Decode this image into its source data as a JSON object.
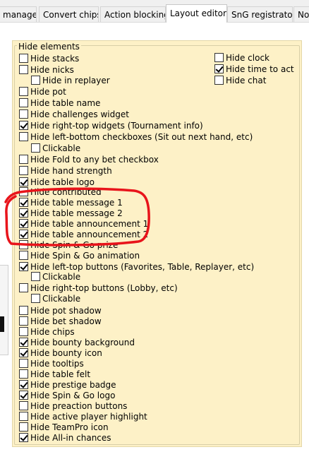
{
  "tabs": [
    {
      "label": "manager",
      "active": false
    },
    {
      "label": "Convert chips",
      "active": false
    },
    {
      "label": "Action blocking",
      "active": false
    },
    {
      "label": "Layout editor",
      "active": true
    },
    {
      "label": "SnG registrator",
      "active": false
    },
    {
      "label": "Not",
      "active": false
    }
  ],
  "group_title": "Hide elements",
  "options_left": [
    {
      "label": "Hide stacks",
      "checked": false
    },
    {
      "label": "Hide nicks",
      "checked": false
    },
    {
      "label": "Hide in replayer",
      "checked": false
    },
    {
      "label": "Hide pot",
      "checked": false
    },
    {
      "label": "Hide table name",
      "checked": false
    },
    {
      "label": "Hide challenges widget",
      "checked": false
    },
    {
      "label": "Hide right-top widgets (Tournament info)",
      "checked": true
    },
    {
      "label": "Hide left-bottom checkboxes (Sit out next hand, etc)",
      "checked": false
    },
    {
      "label": "Clickable",
      "checked": false
    },
    {
      "label": "Hide Fold to any bet checkbox",
      "checked": false
    },
    {
      "label": "Hide hand strength",
      "checked": false
    },
    {
      "label": "Hide table logo",
      "checked": true
    },
    {
      "label": "Hide contributed",
      "checked": false
    },
    {
      "label": "Hide table message 1",
      "checked": true
    },
    {
      "label": "Hide table message 2",
      "checked": true
    },
    {
      "label": "Hide table announcement 1",
      "checked": true
    },
    {
      "label": "Hide table announcement 2",
      "checked": true
    },
    {
      "label": "Hide Spin & Go prize",
      "checked": false
    },
    {
      "label": "Hide Spin & Go animation",
      "checked": false
    },
    {
      "label": "Hide left-top buttons (Favorites, Table, Replayer, etc)",
      "checked": true
    },
    {
      "label": "Clickable",
      "checked": false
    },
    {
      "label": "Hide right-top buttons (Lobby, etc)",
      "checked": false
    },
    {
      "label": "Clickable",
      "checked": false
    },
    {
      "label": "Hide pot shadow",
      "checked": false
    },
    {
      "label": "Hide bet shadow",
      "checked": false
    },
    {
      "label": "Hide chips",
      "checked": false
    },
    {
      "label": "Hide bounty background",
      "checked": true
    },
    {
      "label": "Hide bounty icon",
      "checked": true
    },
    {
      "label": "Hide tooltips",
      "checked": false
    },
    {
      "label": "Hide table felt",
      "checked": false
    },
    {
      "label": "Hide prestige badge",
      "checked": true
    },
    {
      "label": "Hide Spin & Go logo",
      "checked": true
    },
    {
      "label": "Hide preaction buttons",
      "checked": false
    },
    {
      "label": "Hide active player highlight",
      "checked": false
    },
    {
      "label": "Hide TeamPro icon",
      "checked": false
    },
    {
      "label": "Hide All-in chances",
      "checked": true
    }
  ],
  "options_right": [
    {
      "label": "Hide clock",
      "checked": false
    },
    {
      "label": "Hide time to act",
      "checked": true
    },
    {
      "label": "Hide chat",
      "checked": false
    }
  ],
  "colors": {
    "panel_bg": "#fdf1c7",
    "annotation": "#e8141b"
  }
}
